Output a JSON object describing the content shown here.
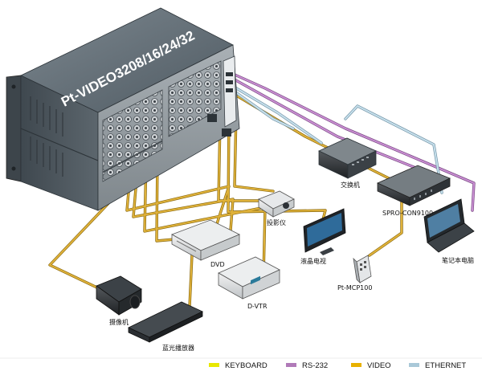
{
  "matrix": {
    "title": "Pt-VIDEO3208/16/24/32"
  },
  "devices": {
    "switch": "交换机",
    "spro": "SPRO-CON9100",
    "laptop": "笔记本电脑",
    "projector": "投影仪",
    "lcd": "液晶电视",
    "mcp": "Pt-MCP100",
    "dvd": "DVD",
    "dvtr": "D-VTR",
    "camera": "摄像机",
    "bluray": "蓝光播放器"
  },
  "legend": [
    {
      "label": "KEYBOARD",
      "color": "#e8e800"
    },
    {
      "label": "RS-232",
      "color": "#b07ab8"
    },
    {
      "label": "VIDEO",
      "color": "#e8b100"
    },
    {
      "label": "ETHERNET",
      "color": "#a9c8d8"
    }
  ],
  "colors": {
    "video": "#d8a62a",
    "rs232": "#b07ab8",
    "ethernet": "#a9c8d8",
    "keyboard": "#e8e800",
    "chassis": "#5f6a72"
  }
}
